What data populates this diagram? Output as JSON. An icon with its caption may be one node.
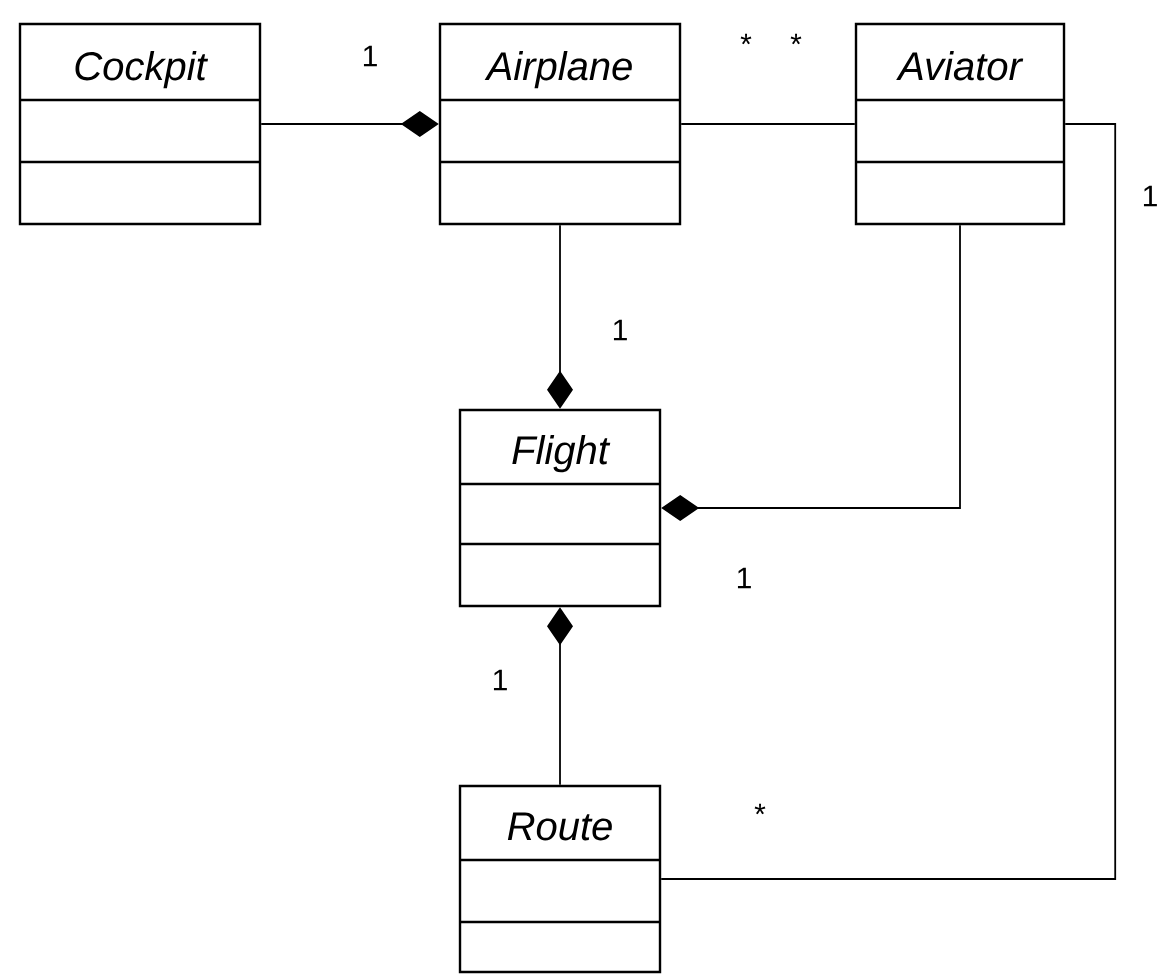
{
  "diagram": {
    "nodes": [
      {
        "text": [
          "Cockpit"
        ]
      },
      {
        "text": [
          "Airplane"
        ]
      },
      {
        "text": [
          "Aviator"
        ]
      },
      {
        "text": [
          "Flight"
        ]
      },
      {
        "text": [
          "Route"
        ]
      }
    ],
    "edges": [
      {
        "from": 0,
        "to": 1,
        "arrow": "other"
      },
      {
        "from": 1,
        "to": 2,
        "arrow": "none"
      },
      {
        "from": 1,
        "to": 3,
        "arrow": "other"
      },
      {
        "from": 2,
        "to": 3,
        "arrow": "other"
      },
      {
        "from": 4,
        "to": 3,
        "arrow": "other"
      },
      {
        "from": 2,
        "to": 4,
        "arrow": "none"
      }
    ],
    "labels": [
      "1",
      "*",
      "*",
      "1",
      "1",
      "1",
      "1",
      "*"
    ]
  }
}
